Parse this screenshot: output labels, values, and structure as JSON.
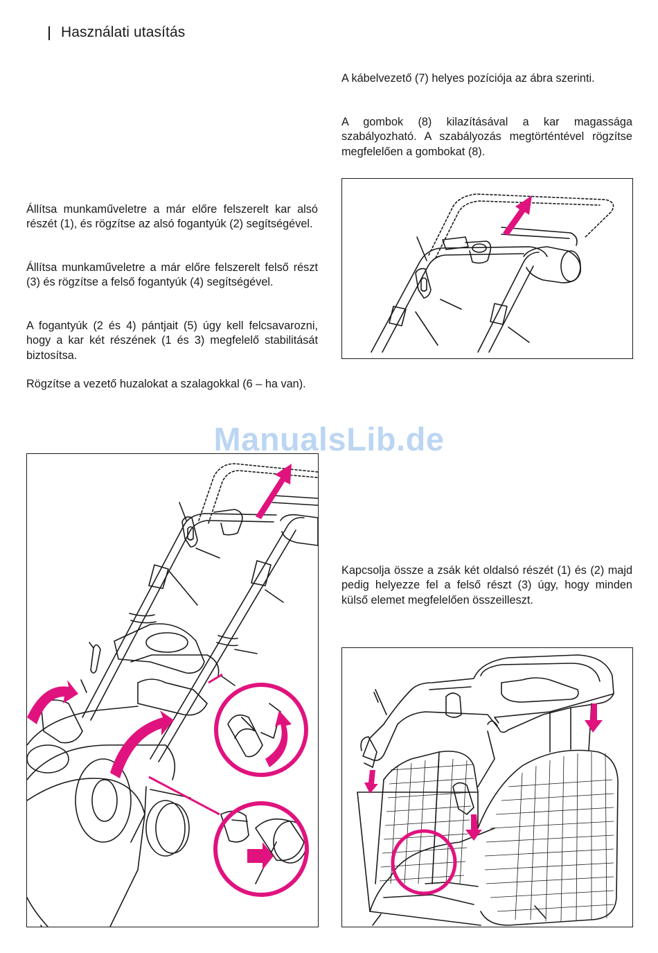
{
  "header": {
    "title": "Használati utasítás"
  },
  "watermark": "ManualsLib.de",
  "left_column": {
    "paragraphs": [
      "Állítsa munkaműveletre a már előre felszerelt kar alsó részét (1), és rögzítse az alsó fogantyúk (2) segítségével.",
      "Állítsa munkaműveletre a már előre felszerelt felső részt (3) és rögzítse a felső fogantyúk (4) segítségével.",
      "A fogantyúk (2 és 4) pántjait (5) úgy kell felcsava­rozni, hogy a kar két részének (1 és 3) megfelelő stabilitását biztosítsa.",
      "Rögzítse a vezető huzalokat a szalagokkal (6 – ha van)."
    ]
  },
  "right_column": {
    "paragraphs": [
      "A kábelvezető (7) helyes pozíciója az ábra szerin­ti.",
      "A gombok (8) kilazításával a kar magassága szabályozható. A szabályozás megtörténtével rögzítse megfelelően a gombokat (8).",
      "Kapcsolja össze a zsák két oldalsó részét (1) és (2) majd pedig helyezze fel a felső részt (3) úgy, hogy minden külső elemet megfelelően összeil­leszt."
    ]
  },
  "colors": {
    "accent_magenta": "#e0137e",
    "watermark": "#bcd6f2",
    "line": "#1a1a1a"
  }
}
